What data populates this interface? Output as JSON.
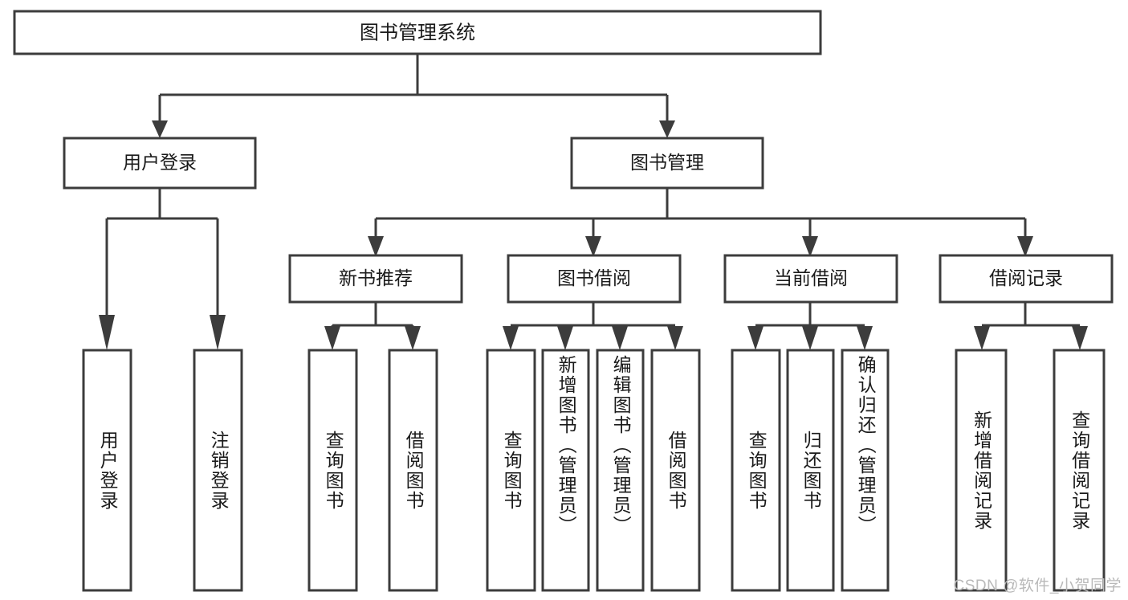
{
  "diagram": {
    "type": "tree-hierarchy",
    "title": "图书管理系统",
    "watermark": "CSDN @软件_小贺同学",
    "colors": {
      "stroke": "#3c3c3c",
      "fill": "#ffffff",
      "text": "#1a1a1a",
      "watermark": "#b9b9b9"
    },
    "root": {
      "label": "图书管理系统",
      "level": 0
    },
    "level1": [
      {
        "label": "用户登录",
        "level": 1
      },
      {
        "label": "图书管理",
        "level": 1
      }
    ],
    "level2": [
      {
        "label": "新书推荐",
        "level": 2,
        "parent": "图书管理"
      },
      {
        "label": "图书借阅",
        "level": 2,
        "parent": "图书管理"
      },
      {
        "label": "当前借阅",
        "level": 2,
        "parent": "图书管理"
      },
      {
        "label": "借阅记录",
        "level": 2,
        "parent": "图书管理"
      }
    ],
    "leaves": {
      "用户登录": [
        "用户登录",
        "注销登录"
      ],
      "新书推荐": [
        "查询图书",
        "借阅图书"
      ],
      "图书借阅": [
        "查询图书",
        "新增图书（管理员）",
        "编辑图书（管理员）",
        "借阅图书"
      ],
      "当前借阅": [
        "查询图书",
        "归还图书",
        "确认归还（管理员）"
      ],
      "借阅记录": [
        "新增借阅记录",
        "查询借阅记录"
      ]
    },
    "leaf_labels": {
      "user_login": "用户登录",
      "user_logout": "注销登录",
      "rec_query_book": "查询图书",
      "rec_borrow_book": "借阅图书",
      "lend_query_book": "查询图书",
      "lend_add_book": "新增图书（管理员）",
      "lend_edit_book": "编辑图书（管理员）",
      "lend_borrow_book": "借阅图书",
      "cur_query_book": "查询图书",
      "cur_return_book": "归还图书",
      "cur_confirm_return": "确认归还（管理员）",
      "rec_add_record": "新增借阅记录",
      "rec_query_record": "查询借阅记录"
    }
  }
}
